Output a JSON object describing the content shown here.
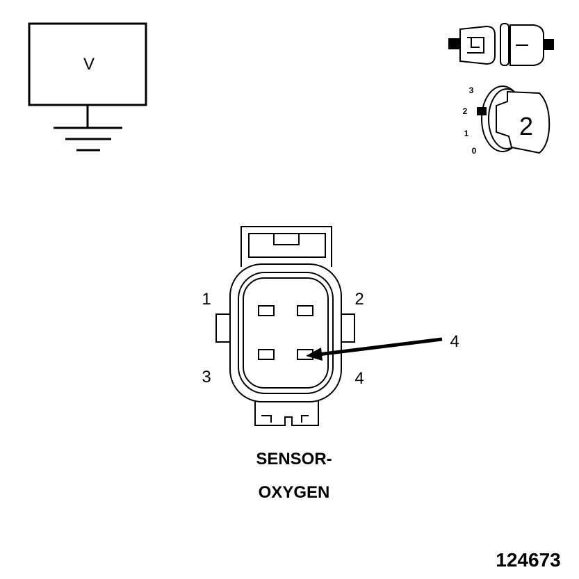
{
  "voltmeter": {
    "label": "V",
    "icon": "voltmeter-icon"
  },
  "connector_status": {
    "icon": "connector-disconnected-icon"
  },
  "ignition": {
    "icon": "ignition-key-icon",
    "positions": [
      "0",
      "1",
      "2",
      "3"
    ],
    "selected_position": "2"
  },
  "connector": {
    "pins": [
      "1",
      "2",
      "3",
      "4"
    ],
    "callout_pin": "4",
    "name_line1": "SENSOR-",
    "name_line2": "OXYGEN"
  },
  "figure_id": "124673"
}
